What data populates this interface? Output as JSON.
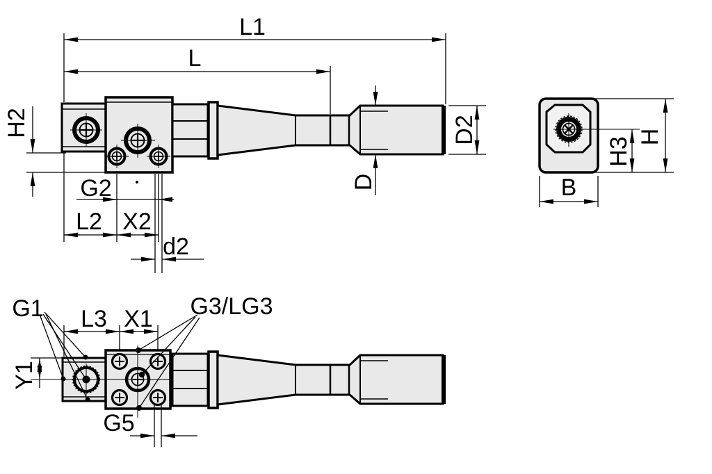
{
  "drawing": {
    "type": "technical-dimension-drawing",
    "colors": {
      "body_fill": "#e9e9e9",
      "recess_fill": "#f2f2f2",
      "line": "#000000",
      "background": "#ffffff"
    },
    "views": {
      "top_view": {
        "labels": {
          "L1": "L1",
          "L": "L",
          "H2": "H2",
          "G2": "G2",
          "L2": "L2",
          "X2": "X2",
          "d2": "d2",
          "D": "D",
          "D2": "D2"
        }
      },
      "side_view": {
        "labels": {
          "B": "B",
          "H": "H",
          "H3": "H3"
        }
      },
      "bottom_view": {
        "labels": {
          "G1": "G1",
          "G3_LG3": "G3/LG3",
          "L3": "L3",
          "X1": "X1",
          "Y1": "Y1",
          "G5": "G5"
        }
      }
    }
  }
}
